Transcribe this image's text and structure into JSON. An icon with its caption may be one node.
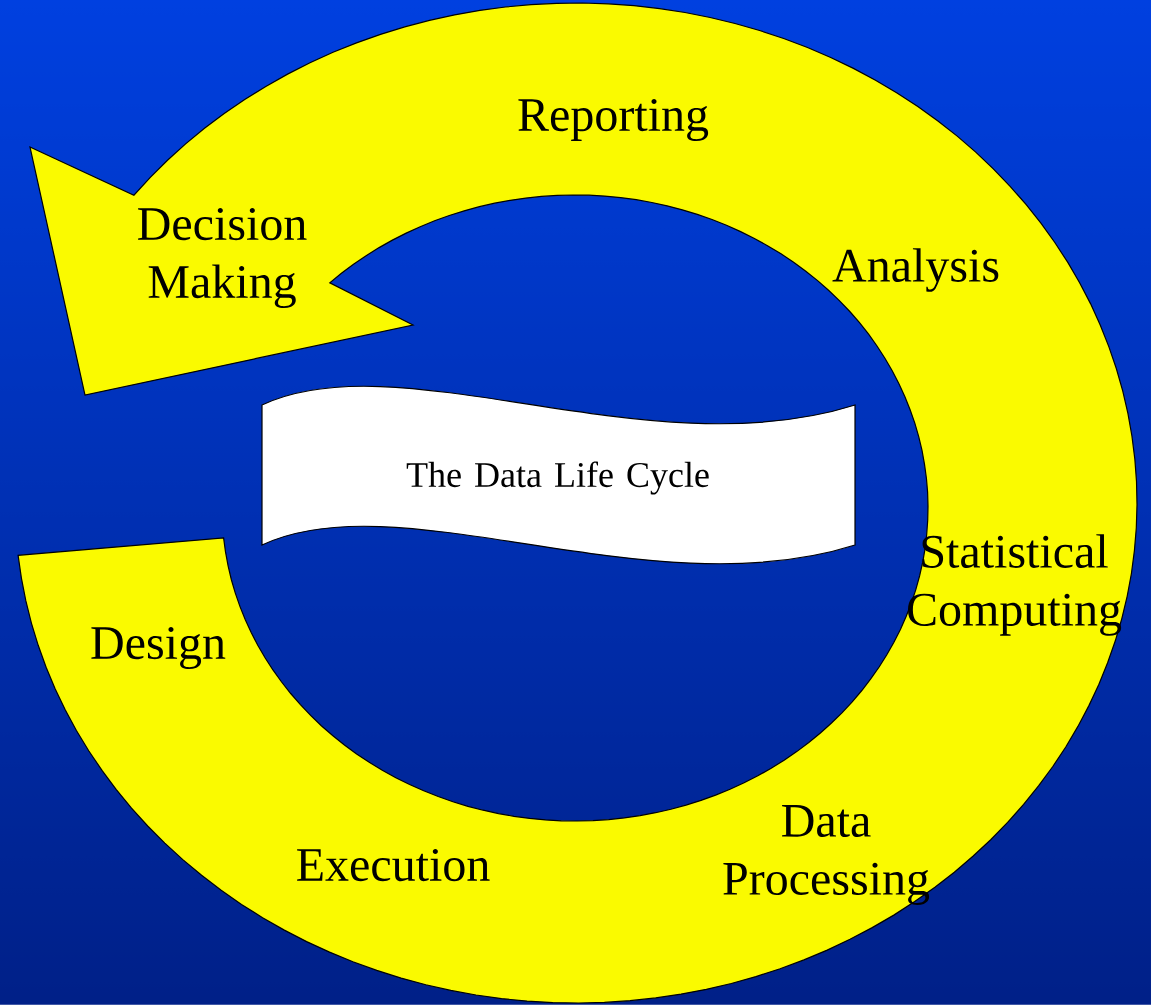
{
  "diagram": {
    "nodes": [
      {
        "text": [
          "Reporting",
          "Decision Making",
          "Analysis",
          "Statistical Computing",
          "Design",
          "Data Processing",
          "Execution"
        ]
      },
      {
        "text": [
          "The Data Life Cycle"
        ]
      }
    ]
  }
}
